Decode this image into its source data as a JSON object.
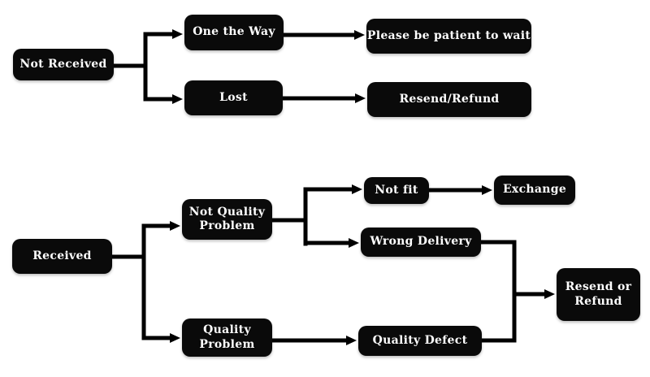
{
  "diagram": {
    "background": "#ffffff",
    "node_fill": "#0a0a0a",
    "node_text_color": "#ffffff",
    "connector_color": "#000000",
    "nodes": {
      "not_received": "Not Received",
      "one_the_way": "One the Way",
      "lost": "Lost",
      "please_wait": "Please be patient to wait",
      "resend_refund": "Resend/Refund",
      "received": "Received",
      "not_quality_problem": "Not Quality Problem",
      "quality_problem": "Quality Problem",
      "not_fit": "Not fit",
      "wrong_delivery": "Wrong Delivery",
      "exchange": "Exchange",
      "quality_defect": "Quality Defect",
      "resend_or_refund": "Resend or Refund"
    },
    "edges": [
      {
        "from": "Not Received",
        "to": "One the Way"
      },
      {
        "from": "Not Received",
        "to": "Lost"
      },
      {
        "from": "One the Way",
        "to": "Please be patient to wait"
      },
      {
        "from": "Lost",
        "to": "Resend/Refund"
      },
      {
        "from": "Received",
        "to": "Not Quality Problem"
      },
      {
        "from": "Received",
        "to": "Quality Problem"
      },
      {
        "from": "Not Quality Problem",
        "to": "Not fit"
      },
      {
        "from": "Not Quality Problem",
        "to": "Wrong Delivery"
      },
      {
        "from": "Not fit",
        "to": "Exchange"
      },
      {
        "from": "Wrong Delivery",
        "to": "Resend or Refund"
      },
      {
        "from": "Quality Problem",
        "to": "Quality Defect"
      },
      {
        "from": "Quality Defect",
        "to": "Resend or Refund"
      }
    ]
  }
}
